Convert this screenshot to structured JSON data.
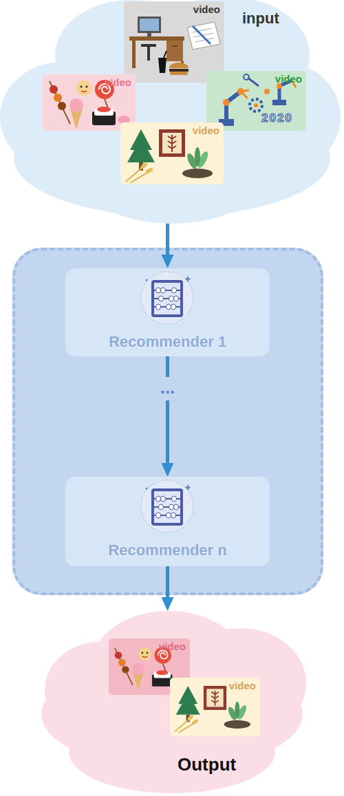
{
  "diagram": {
    "nodes": [
      {
        "text": [
          "input"
        ]
      },
      {
        "text": [
          "video"
        ],
        "in": 0
      },
      {
        "text": [
          "video"
        ],
        "in": 0
      },
      {
        "text": [
          "video"
        ],
        "in": 0
      },
      {
        "text": [
          "video"
        ],
        "in": 0
      },
      {
        "text": [
          "..."
        ]
      },
      {
        "text": [
          "Recommender 1"
        ],
        "in": 5
      },
      {
        "text": [
          "Recommender n"
        ],
        "in": 5
      },
      {
        "text": [
          "Output"
        ]
      },
      {
        "text": [
          "video"
        ],
        "in": 8
      },
      {
        "text": [
          "video"
        ],
        "in": 8
      }
    ],
    "edges": [
      {
        "from": 0,
        "to": 6,
        "arrow": "to"
      },
      {
        "from": 6,
        "to": 7,
        "arrow": "to"
      },
      {
        "from": 7,
        "to": 8,
        "arrow": "to"
      }
    ],
    "labels": [
      "2020"
    ]
  }
}
